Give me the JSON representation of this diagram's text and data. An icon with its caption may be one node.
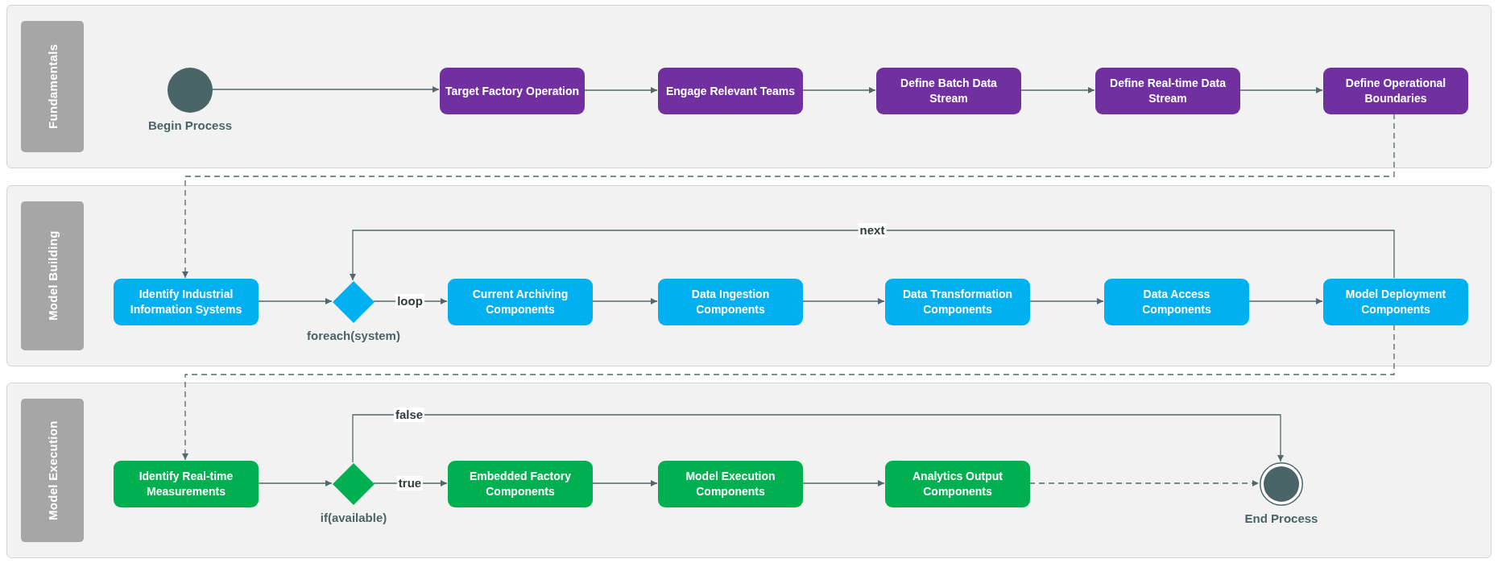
{
  "diagram": {
    "nodes": [
      {
        "text": [
          "Fundamentals"
        ]
      },
      {
        "text": [],
        "shape": "circle",
        "beside": [
          "Begin Process"
        ],
        "in": 0
      },
      {
        "text": [
          "Target Factory Operation"
        ],
        "in": 0
      },
      {
        "text": [
          "Engage Relevant Teams"
        ],
        "in": 0
      },
      {
        "text": [
          "Define Batch Data Stream"
        ],
        "in": 0
      },
      {
        "text": [
          "Define Real-time Data Stream"
        ],
        "in": 0
      },
      {
        "text": [
          "Define Operational Boundaries"
        ],
        "in": 0
      },
      {
        "text": [
          "Model Building"
        ]
      },
      {
        "text": [
          "Identify Industrial Information Systems"
        ],
        "in": 7
      },
      {
        "text": [],
        "shape": "diamond",
        "beside": [
          "foreach(system)"
        ],
        "in": 7
      },
      {
        "text": [
          "Current Archiving Components"
        ],
        "in": 7
      },
      {
        "text": [
          "Data Ingestion Components"
        ],
        "in": 7
      },
      {
        "text": [
          "Data Transformation Components"
        ],
        "in": 7
      },
      {
        "text": [
          "Data Access Components"
        ],
        "in": 7
      },
      {
        "text": [
          "Model Deployment Components"
        ],
        "in": 7
      },
      {
        "text": [
          "Model Execution"
        ]
      },
      {
        "text": [
          "Identify Real-time Measurements"
        ],
        "in": 15
      },
      {
        "text": [],
        "shape": "diamond",
        "beside": [
          "if(available)"
        ],
        "in": 15
      },
      {
        "text": [
          "Embedded Factory Components"
        ],
        "in": 15
      },
      {
        "text": [
          "Model Execution Components"
        ],
        "in": 15
      },
      {
        "text": [
          "Analytics Output Components"
        ],
        "in": 15
      },
      {
        "text": [],
        "shape": "bullseye",
        "beside": [
          "End Process"
        ],
        "in": 15
      }
    ],
    "edges": [
      {
        "from": 1,
        "to": 2,
        "arrow": "to"
      },
      {
        "from": 2,
        "to": 3,
        "arrow": "to"
      },
      {
        "from": 3,
        "to": 4,
        "arrow": "to"
      },
      {
        "from": 4,
        "to": 5,
        "arrow": "to"
      },
      {
        "from": 5,
        "to": 6,
        "arrow": "to"
      },
      {
        "from": 6,
        "to": 8,
        "arrow": "to",
        "style": "dashed"
      },
      {
        "from": 8,
        "to": 9,
        "arrow": "to"
      },
      {
        "from": 9,
        "to": 10,
        "arrow": "to",
        "label": "loop"
      },
      {
        "from": 10,
        "to": 11,
        "arrow": "to"
      },
      {
        "from": 11,
        "to": 12,
        "arrow": "to"
      },
      {
        "from": 12,
        "to": 13,
        "arrow": "to"
      },
      {
        "from": 13,
        "to": 14,
        "arrow": "to"
      },
      {
        "from": 14,
        "to": 9,
        "arrow": "to",
        "label": "next"
      },
      {
        "from": 14,
        "to": 16,
        "arrow": "to",
        "style": "dashed"
      },
      {
        "from": 16,
        "to": 17,
        "arrow": "to"
      },
      {
        "from": 17,
        "to": 18,
        "arrow": "to",
        "label": "true"
      },
      {
        "from": 18,
        "to": 19,
        "arrow": "to"
      },
      {
        "from": 19,
        "to": 20,
        "arrow": "to"
      },
      {
        "from": 20,
        "to": 21,
        "arrow": "to",
        "style": "dashed"
      },
      {
        "from": 17,
        "to": 21,
        "arrow": "to",
        "label": "false"
      }
    ]
  }
}
